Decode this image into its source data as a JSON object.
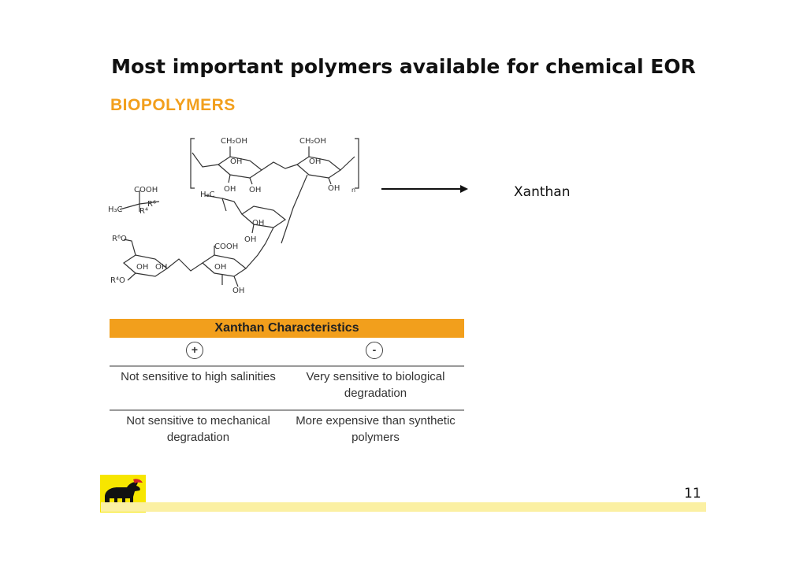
{
  "slide": {
    "title": "Most important polymers available for chemical EOR",
    "subtitle": "BIOPOLYMERS",
    "polymer_label": "Xanthan",
    "page_number": "11"
  },
  "molecule_labels": {
    "ch2oh_1": "CH₂OH",
    "ch2oh_2": "CH₂OH",
    "oh_1": "OH",
    "oh_2": "OH",
    "oh_3": "OH",
    "oh_4": "OH",
    "oh_5": "OH",
    "oh_6": "OH",
    "oh_7": "OH",
    "oh_8": "OH",
    "oh_9": "OH",
    "oh_10": "OH",
    "cooh_1": "COOH",
    "cooh_2": "COOH",
    "h3c_1": "H₃C",
    "h3c_2": "H₃C",
    "r6_1": "R⁶",
    "r6_2": "R⁶O",
    "r4_1": "R⁴",
    "r4_2": "R⁴O",
    "n": "n"
  },
  "table": {
    "header": "Xanthan Characteristics",
    "plus": "+",
    "minus": "-",
    "rows": [
      {
        "plus": "Not sensitive to high salinities",
        "minus": "Very sensitive to biological degradation"
      },
      {
        "plus": "Not sensitive to mechanical degradation",
        "minus": "More expensive than synthetic polymers"
      }
    ]
  },
  "colors": {
    "accent": "#f29f1c",
    "footer_bar": "#fbf0a3",
    "logo_yellow": "#f7e600",
    "logo_red": "#d2232a"
  }
}
